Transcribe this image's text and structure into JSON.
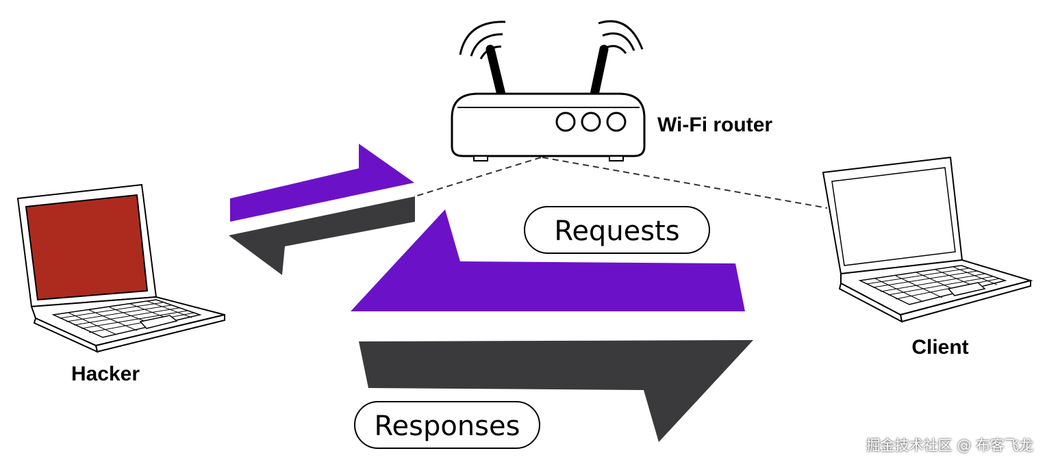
{
  "labels": {
    "router": "Wi-Fi router",
    "hacker": "Hacker",
    "client": "Client",
    "requests": "Requests",
    "responses": "Responses"
  },
  "watermark": "掘金技术社区 @ 布客飞龙",
  "colors": {
    "request_arrow": "#6b12c9",
    "response_arrow": "#3a3a3c",
    "hacker_screen": "#ad2a1f",
    "outline": "#000000"
  },
  "icons": [
    "router-icon",
    "hacker-laptop-icon",
    "client-laptop-icon",
    "wifi-signal-icon"
  ]
}
